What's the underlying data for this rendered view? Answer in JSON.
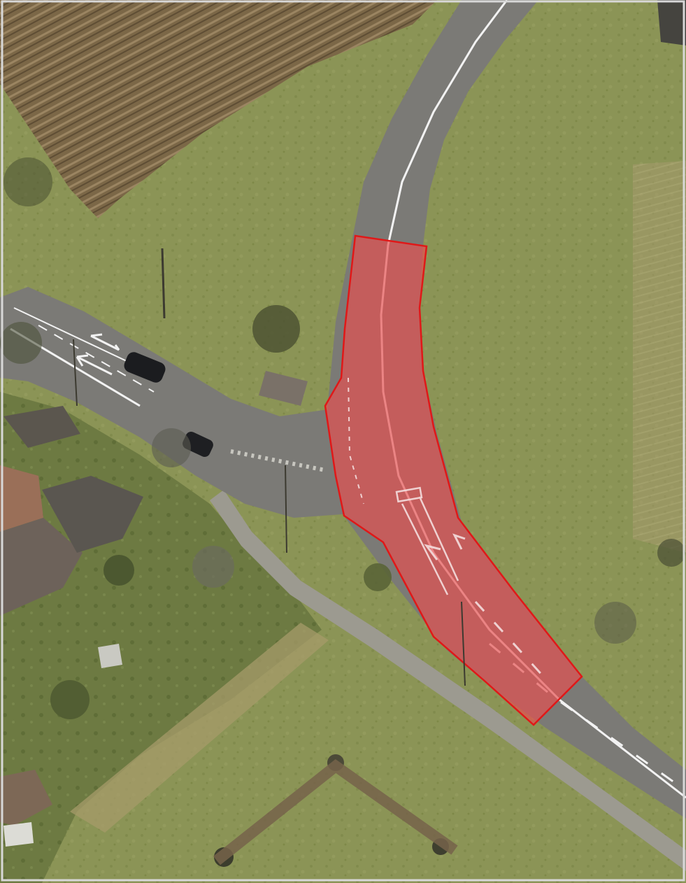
{
  "map": {
    "view": "aerial-orthophoto",
    "labels": [],
    "colors": {
      "highlight_fill": "#e8504f",
      "highlight_stroke": "#e01818",
      "meadow": "#8d9656",
      "plowed_field": "#7d6a4a",
      "road_asphalt": "#7b7a76",
      "lane_marking": "#f2f2f2"
    },
    "highlighted_area": {
      "description_shown": false,
      "feature": "road-section"
    },
    "features": [
      {
        "name": "plowed-field",
        "icon": "field-icon"
      },
      {
        "name": "meadow",
        "icon": "grass-icon"
      },
      {
        "name": "curved-main-road",
        "icon": "road-icon"
      },
      {
        "name": "side-road-junction",
        "icon": "road-icon"
      },
      {
        "name": "footpath",
        "icon": "path-icon"
      },
      {
        "name": "farm-buildings",
        "icon": "building-icon"
      },
      {
        "name": "orchard-trees",
        "icon": "tree-icon"
      },
      {
        "name": "parked-cars",
        "icon": "car-icon"
      }
    ]
  }
}
